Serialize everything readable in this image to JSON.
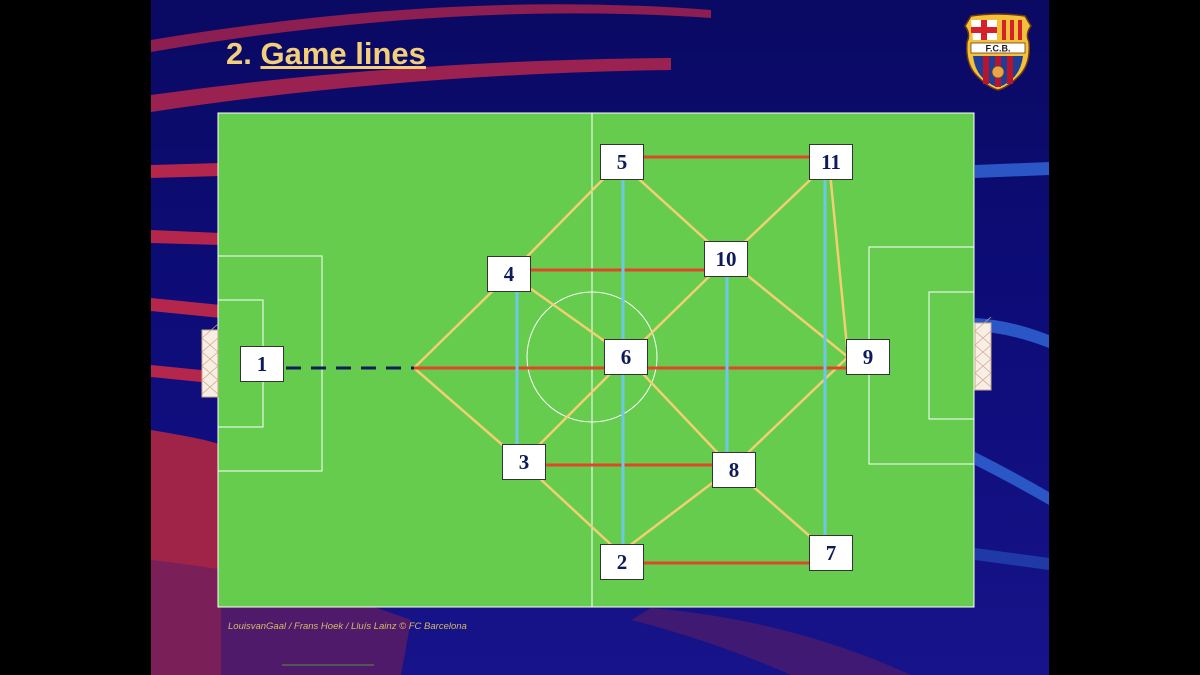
{
  "slide": {
    "title_number": "2.",
    "title_text": "Game lines",
    "credit": "LouisvanGaal / Frans Hoek /  Lluís Lainz © FC Barcelona"
  },
  "crest": {
    "text": "F.C.B."
  },
  "colors": {
    "background": "#0d0c78",
    "title": "#f3cf7a",
    "pitch": "#66cc4d",
    "pitch_lines": "#ffffff",
    "horizontal_line": "#e0462a",
    "vertical_line": "#6cc7e8",
    "diagonal_line": "#f2cf73",
    "player_box": "#ffffff",
    "player_number": "#0d1b5c"
  },
  "players": [
    {
      "id": "p1",
      "number": "1"
    },
    {
      "id": "p2",
      "number": "2"
    },
    {
      "id": "p3",
      "number": "3"
    },
    {
      "id": "p4",
      "number": "4"
    },
    {
      "id": "p5",
      "number": "5"
    },
    {
      "id": "p6",
      "number": "6"
    },
    {
      "id": "p7",
      "number": "7"
    },
    {
      "id": "p8",
      "number": "8"
    },
    {
      "id": "p9",
      "number": "9"
    },
    {
      "id": "p10",
      "number": "10"
    },
    {
      "id": "p11",
      "number": "11"
    }
  ]
}
